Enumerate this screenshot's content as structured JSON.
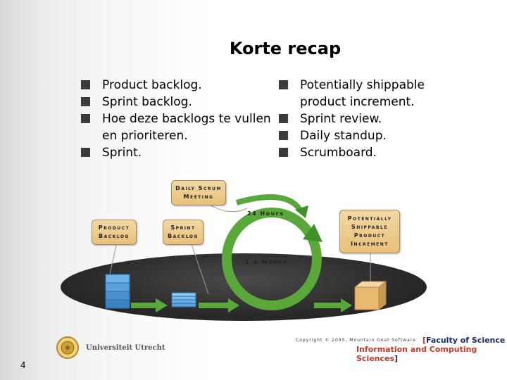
{
  "slide": {
    "title": "Korte recap",
    "left_bullets": [
      "Product backlog.",
      "Sprint backlog.",
      "Hoe deze backlogs te vullen en prioriteren.",
      "Sprint."
    ],
    "right_bullets": [
      "Potentially shippable product increment.",
      "Sprint review.",
      "Daily standup.",
      "Scrumboard."
    ],
    "page_number": "4"
  },
  "diagram": {
    "daily_scrum": [
      "Daily Scrum",
      "Meeting"
    ],
    "product_backlog": [
      "Product",
      "Backlog"
    ],
    "sprint_backlog": [
      "Sprint",
      "Backlog"
    ],
    "potentially": [
      "Potentially",
      "Shippable",
      "Product",
      "Increment"
    ],
    "hours": "24 Hours",
    "weeks": "2-4 Weeks",
    "copyright": "Copyright © 2005, Mountain Goat Software"
  },
  "footer": {
    "university": "Universiteit Utrecht",
    "faculty": "Faculty of Science",
    "institute": "Information and Computing Sciences"
  },
  "colors": {
    "bullet": "#3b3b3b",
    "faculty_blue": "#1a2b6b",
    "faculty_red": "#c0392b",
    "arrow_green": "#5aa83a",
    "box_fill": "#e8c07a"
  }
}
